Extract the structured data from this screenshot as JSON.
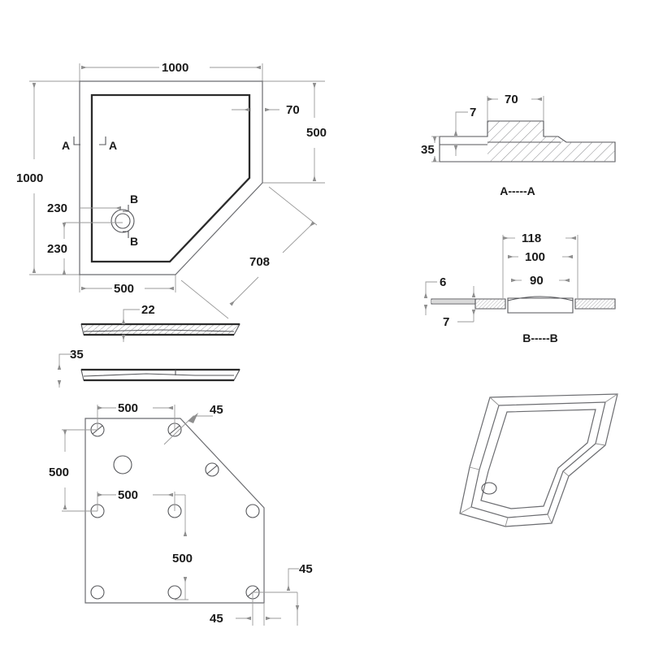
{
  "document": {
    "type": "engineering-drawing",
    "subject": "Pentagonal (neo-angle) shower tray",
    "background_color": "#ffffff",
    "line_color_thin": "#9a9a9a",
    "line_color_thick": "#2b2b2b",
    "text_color": "#1a1a1a"
  },
  "views": {
    "plan_top": {
      "name": "Top plan view",
      "dimensions": {
        "width_top": "1000",
        "height_left": "1000",
        "chamfer_offset_right": "70",
        "right_vertical": "500",
        "bottom_horizontal": "500",
        "diagonal": "708",
        "drain_from_left": "230",
        "drain_from_bottom": "230"
      },
      "section_marks": {
        "a_left": "A",
        "a_right": "A",
        "b_top": "B",
        "b_bottom": "B"
      }
    },
    "elevation_upper": {
      "name": "Side elevation upper",
      "dimensions": {
        "lip_height": "22"
      }
    },
    "elevation_lower": {
      "name": "Side elevation lower",
      "dimensions": {
        "total_height": "35"
      }
    },
    "plan_bottom": {
      "name": "Underside plan view with mounting holes",
      "dimensions": {
        "top_span": "500",
        "left_vertical": "500",
        "mid_span": "500",
        "drop_vertical": "500",
        "corner_chamfer_diag": "45",
        "corner_offset_right": "45",
        "corner_offset_bottom": "45"
      }
    },
    "section_aa": {
      "name": "Section A-A",
      "label": "A-----A",
      "dimensions": {
        "boss_width": "70",
        "lip_thickness": "7",
        "body_height": "35"
      }
    },
    "section_bb": {
      "name": "Section B-B",
      "label": "B-----B",
      "dimensions": {
        "outer_dia": "118",
        "mid_dia": "100",
        "inner_dia": "90",
        "left_thickness": "6",
        "step_thickness": "7"
      }
    },
    "isometric": {
      "name": "3D isometric view of shower tray"
    }
  }
}
